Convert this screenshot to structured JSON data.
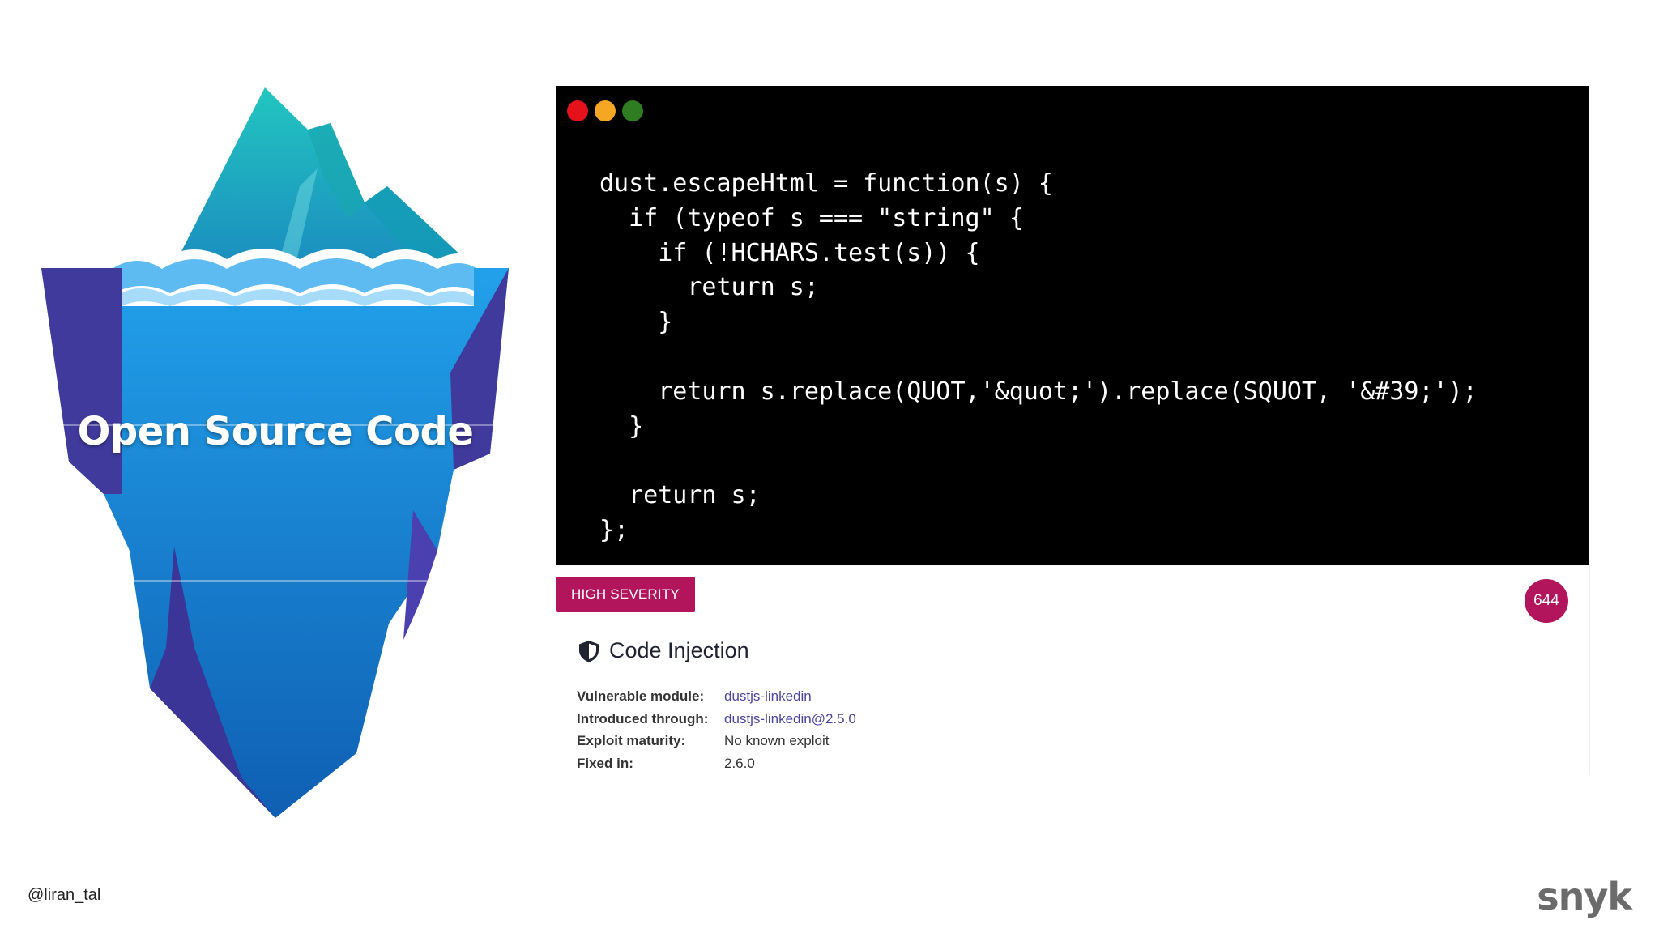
{
  "iceberg": {
    "title": "Open Source Code"
  },
  "code_window": {
    "lines": [
      "dust.escapeHtml = function(s) {",
      "  if (typeof s === \"string\" {",
      "    if (!HCHARS.test(s)) {",
      "      return s;",
      "    }",
      "",
      "    return s.replace(QUOT,'&quot;').replace(SQUOT, '&#39;');",
      "  }",
      "",
      "  return s;",
      "};"
    ]
  },
  "vulnerability": {
    "severity": "HIGH SEVERITY",
    "count": "644",
    "icon": "shield-icon",
    "title": "Code Injection",
    "details": [
      {
        "label": "Vulnerable module:",
        "value": "dustjs-linkedin"
      },
      {
        "label": "Introduced through:",
        "value": "dustjs-linkedin@2.5.0"
      },
      {
        "label": "Exploit maturity:",
        "value": "No known exploit"
      },
      {
        "label": "Fixed in:",
        "value": "2.6.0"
      }
    ]
  },
  "footer": {
    "handle": "@liran_tal",
    "brand": "snyk"
  },
  "colors": {
    "severity": "#b2155b",
    "link": "#4b45a1",
    "iceberg_top": "#1fb3b8",
    "iceberg_body": "#1b86e0",
    "iceberg_shadow": "#3f3a9c"
  }
}
